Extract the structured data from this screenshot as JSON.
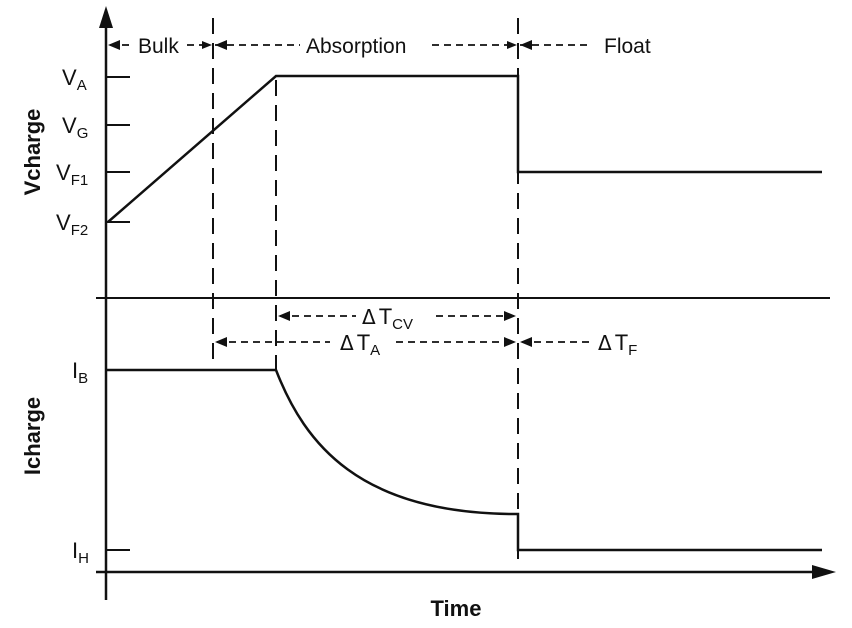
{
  "phases": {
    "bulk": "Bulk",
    "absorption": "Absorption",
    "float": "Float"
  },
  "axes": {
    "time": "Time",
    "vcharge": "Vcharge",
    "icharge": "Icharge"
  },
  "voltage_levels": [
    {
      "main": "V",
      "sub": "A"
    },
    {
      "main": "V",
      "sub": "G"
    },
    {
      "main": "V",
      "sub": "F1"
    },
    {
      "main": "V",
      "sub": "F2"
    }
  ],
  "current_levels": [
    {
      "main": "I",
      "sub": "B"
    },
    {
      "main": "I",
      "sub": "H"
    }
  ],
  "intervals": [
    {
      "delta": "Δ",
      "main": "T",
      "sub": "CV"
    },
    {
      "delta": "Δ",
      "main": "T",
      "sub": "A"
    },
    {
      "delta": "Δ",
      "main": "T",
      "sub": "F"
    }
  ]
}
